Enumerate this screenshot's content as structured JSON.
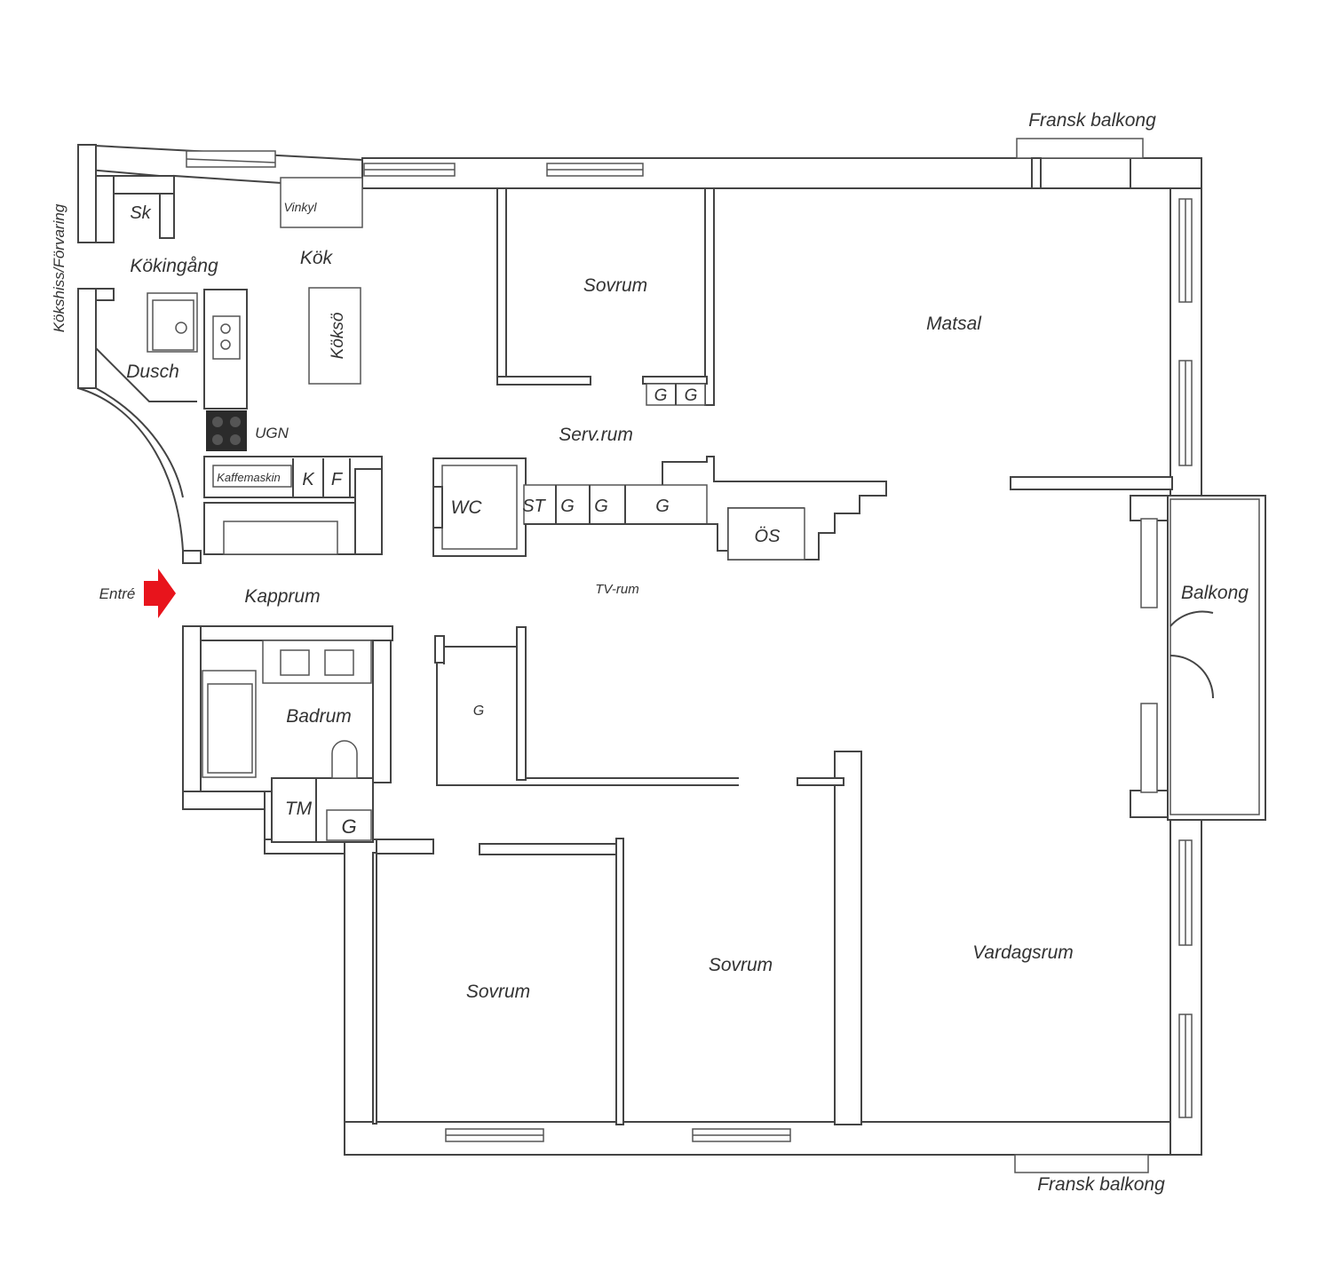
{
  "plan": {
    "labels": {
      "fransk_balkong_top": "Fransk balkong",
      "fransk_balkong_bottom": "Fransk balkong",
      "kokshiss": "Kökshiss/Förvaring",
      "sk": "Sk",
      "vinkyl": "Vinkyl",
      "kokingang": "Kökingång",
      "kok": "Kök",
      "koksö": "Köksö",
      "dusch": "Dusch",
      "ugn": "UGN",
      "kaffemaskin": "Kaffemaskin",
      "k": "K",
      "f": "F",
      "sovrum_top": "Sovrum",
      "g_top_1": "G",
      "g_top_2": "G",
      "matsal": "Matsal",
      "servrum": "Serv.rum",
      "wc": "WC",
      "st": "ST",
      "g_mid_1": "G",
      "g_mid_2": "G",
      "g_mid_3": "G",
      "os": "ÖS",
      "entre": "Entré",
      "kapprum": "Kapprum",
      "tvrum": "TV-rum",
      "balkong": "Balkong",
      "badrum": "Badrum",
      "g_closet": "G",
      "tm": "TM",
      "g_bath": "G",
      "sovrum_left": "Sovrum",
      "sovrum_mid": "Sovrum",
      "vardagsrum": "Vardagsrum"
    },
    "colors": {
      "wall": "#444444",
      "entrance_arrow": "#e8141c",
      "stove": "#2b2b2b"
    }
  }
}
